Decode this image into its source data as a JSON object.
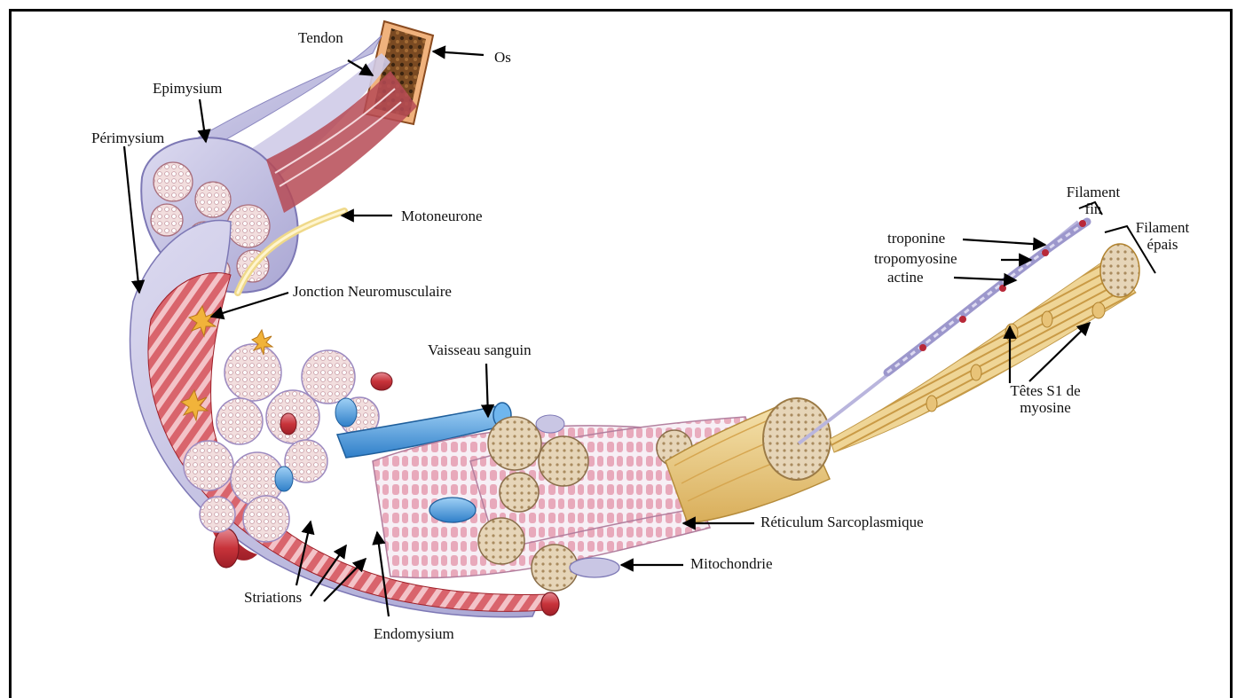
{
  "labels": {
    "tendon": "Tendon",
    "os": "Os",
    "epimysium": "Epimysium",
    "perimysium": "Périmysium",
    "motoneurone": "Motoneurone",
    "jonction": "Jonction Neuromusculaire",
    "vaisseau": "Vaisseau sanguin",
    "reticulum": "Réticulum Sarcoplasmique",
    "mitochondrie": "Mitochondrie",
    "striations": "Striations",
    "endomysium": "Endomysium",
    "filament_fin_1": "Filament",
    "filament_fin_2": "fin",
    "filament_epais_1": "Filament",
    "filament_epais_2": "épais",
    "troponine": "troponine",
    "tropomyosine": "tropomyosine",
    "actine": "actine",
    "tetes_1": "Têtes S1 de",
    "tetes_2": "myosine"
  },
  "colors": {
    "muscle_red": "#c8333a",
    "muscle_pink": "#e9b9c4",
    "sheath_lavender": "#c9c6e4",
    "vessel_blue": "#3f8fd6",
    "bone_orange": "#e6a06a",
    "filament_yellow": "#e6c77c",
    "nerve_yellow": "#efd98a"
  }
}
